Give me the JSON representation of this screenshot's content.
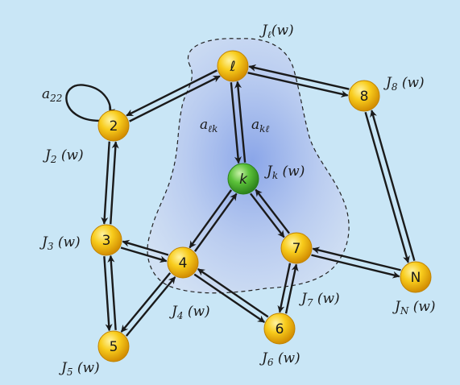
{
  "nodes": {
    "l": {
      "label": "ℓ",
      "type": "yellow"
    },
    "two": {
      "label": "2",
      "type": "yellow"
    },
    "k": {
      "label": "k",
      "type": "green"
    },
    "eight": {
      "label": "8",
      "type": "yellow"
    },
    "three": {
      "label": "3",
      "type": "yellow"
    },
    "four": {
      "label": "4",
      "type": "yellow"
    },
    "seven": {
      "label": "7",
      "type": "yellow"
    },
    "n": {
      "label": "N",
      "type": "yellow"
    },
    "five": {
      "label": "5",
      "type": "yellow"
    },
    "six": {
      "label": "6",
      "type": "yellow"
    }
  },
  "costs": {
    "l": {
      "main": "J",
      "sub": "ℓ",
      "arg": "(w)"
    },
    "two": {
      "main": "J",
      "sub": "2",
      "arg": " (w)"
    },
    "eight": {
      "main": "J",
      "sub": "8",
      "arg": " (w)"
    },
    "k": {
      "main": "J",
      "sub": "k",
      "arg": " (w)"
    },
    "three": {
      "main": "J",
      "sub": "3",
      "arg": " (w)"
    },
    "four": {
      "main": "J",
      "sub": "4",
      "arg": " (w)"
    },
    "seven": {
      "main": "J",
      "sub": "7",
      "arg": " (w)"
    },
    "n": {
      "main": "J",
      "sub": "N",
      "arg": " (w)"
    },
    "five": {
      "main": "J",
      "sub": "5",
      "arg": " (w)"
    },
    "six": {
      "main": "J",
      "sub": "6",
      "arg": " (w)"
    }
  },
  "weights": {
    "self_loop": {
      "main": "a",
      "sub": "22"
    },
    "l_to_k": {
      "main": "a",
      "sub": "ℓk"
    },
    "k_to_l": {
      "main": "a",
      "sub": "kℓ"
    }
  },
  "colors": {
    "background": "#c9e6f6",
    "yellow_node": "#f5b800",
    "green_node": "#3fae2a",
    "edge": "#1a1a1a",
    "neighborhood": "#8fa8e8"
  }
}
